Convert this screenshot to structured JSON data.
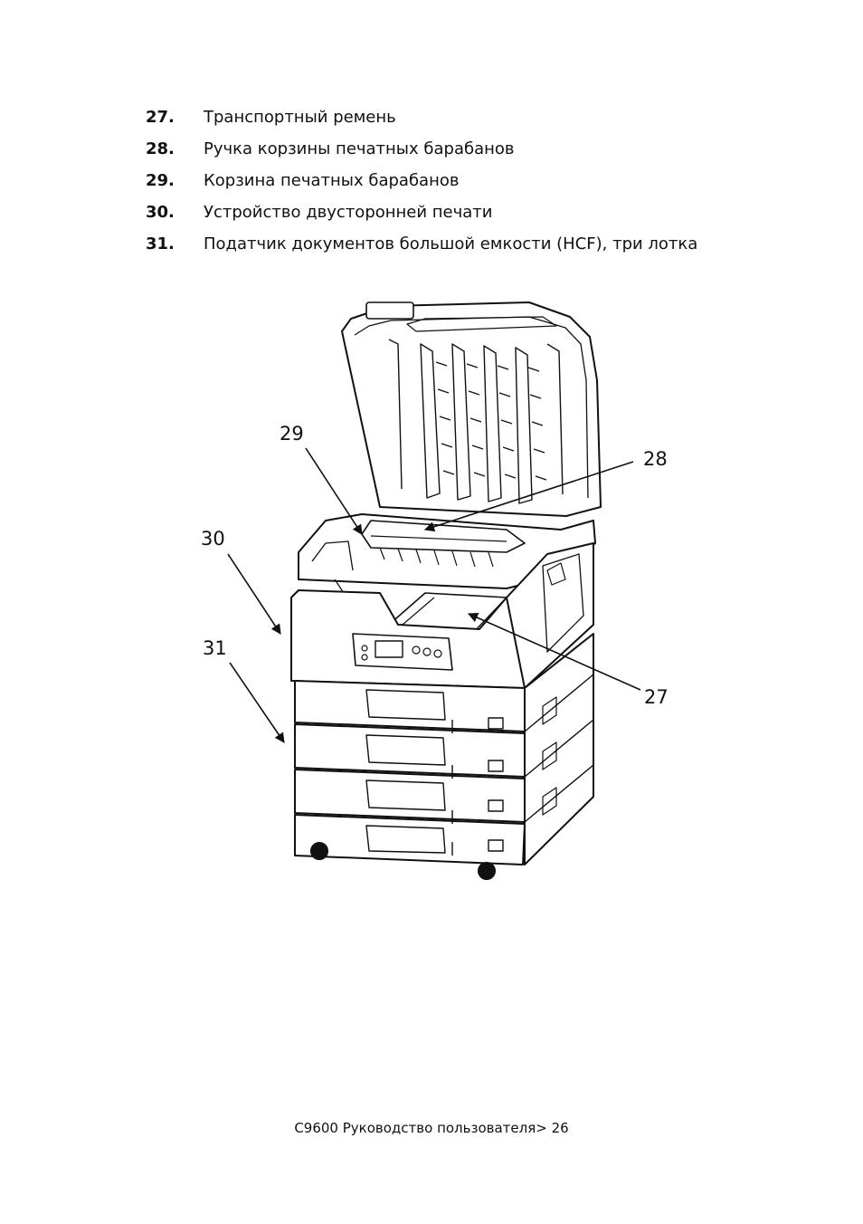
{
  "legend": [
    {
      "number": "27.",
      "text": "Транспортный ремень"
    },
    {
      "number": "28.",
      "text": "Ручка корзины печатных барабанов"
    },
    {
      "number": "29.",
      "text": "Корзина печатных барабанов"
    },
    {
      "number": "30.",
      "text": "Устройство двусторонней печати"
    },
    {
      "number": "31.",
      "text": "Податчик документов большой емкости (HCF), три лотка"
    }
  ],
  "figure": {
    "callouts": {
      "c27": "27",
      "c28": "28",
      "c29": "29",
      "c30": "30",
      "c31": "31"
    }
  },
  "footer": {
    "text": "C9600 Руководство пользователя> 26"
  }
}
